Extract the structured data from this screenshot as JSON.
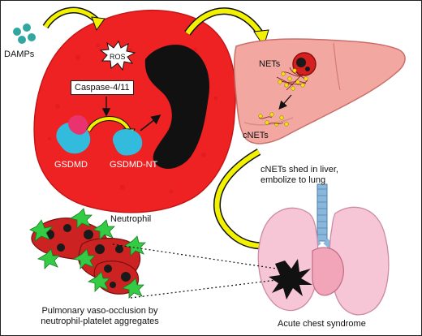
{
  "labels": {
    "damps": "DAMPs",
    "ros": "ROS",
    "caspase": "Caspase-4/11",
    "gsdmd": "GSDMD",
    "gsdmd_nt": "GSDMD-NT",
    "neutrophil": "Neutrophil",
    "nets": "NETs",
    "cnets": "cNETs",
    "shed_line1": "cNETs shed in liver,",
    "shed_line2": "embolize to lung",
    "occlusion_line1": "Pulmonary vaso-occlusion by",
    "occlusion_line2": "neutrophil-platelet aggregates",
    "acs": "Acute chest syndrome"
  },
  "colors": {
    "neutrophil": "#ee2222",
    "nucleus": "#111111",
    "gsdmd": "#33bbdd",
    "gsdmd_pore": "#e8336f",
    "arrow_yellow": "#f2f200",
    "damps": "#33a6a0",
    "liver": "#f2a7a0",
    "lung": "#f7c6d6",
    "trachea": "#8ab8dd",
    "platelet": "#33cc44"
  }
}
